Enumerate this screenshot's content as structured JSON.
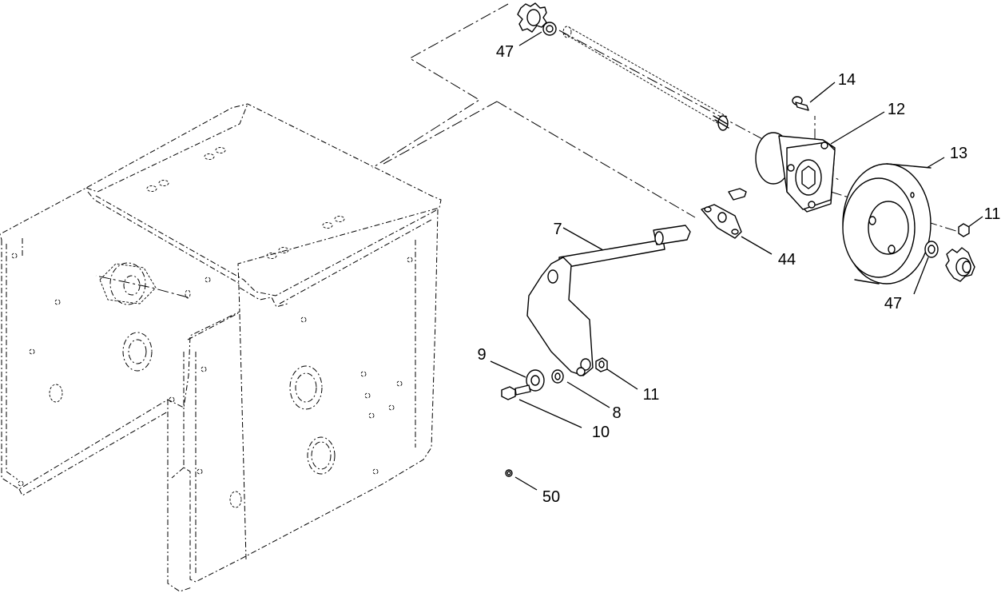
{
  "diagram": {
    "labels": [
      {
        "id": "callout-47-top",
        "text": "47"
      },
      {
        "id": "callout-14",
        "text": "14"
      },
      {
        "id": "callout-12",
        "text": "12"
      },
      {
        "id": "callout-13",
        "text": "13"
      },
      {
        "id": "callout-11-right",
        "text": "11"
      },
      {
        "id": "callout-47-right",
        "text": "47"
      },
      {
        "id": "callout-7",
        "text": "7"
      },
      {
        "id": "callout-44",
        "text": "44"
      },
      {
        "id": "callout-9",
        "text": "9"
      },
      {
        "id": "callout-11-mid",
        "text": "11"
      },
      {
        "id": "callout-8",
        "text": "8"
      },
      {
        "id": "callout-10",
        "text": "10"
      },
      {
        "id": "callout-50",
        "text": "50"
      }
    ]
  },
  "colors": {
    "line": "#000000",
    "background": "#ffffff"
  }
}
